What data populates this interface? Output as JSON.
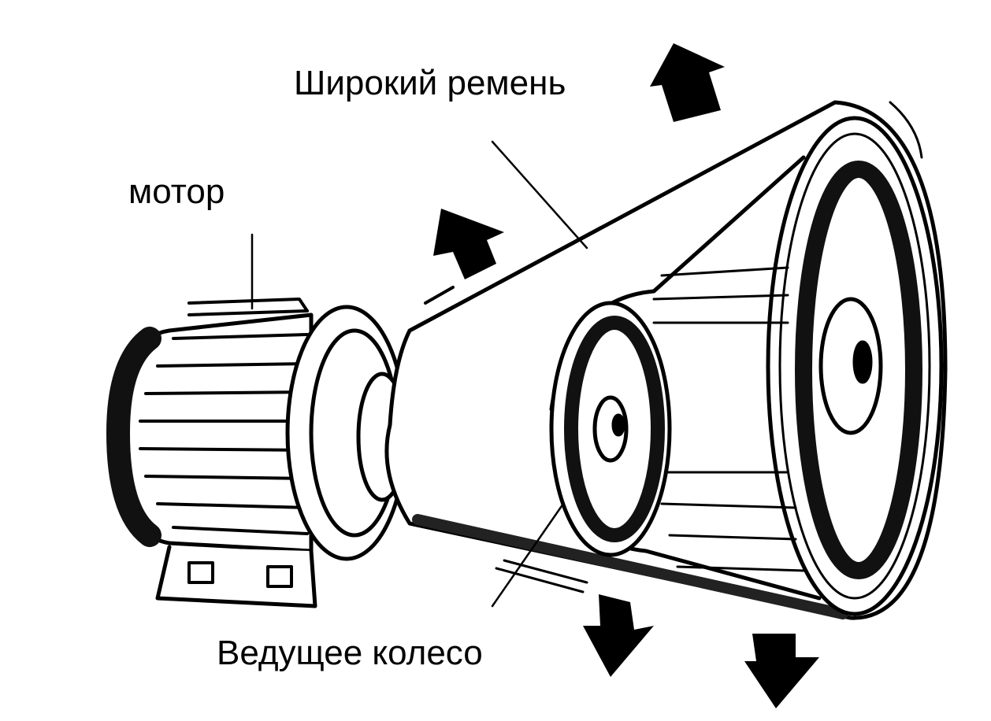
{
  "labels": {
    "belt": "Широкий ремень",
    "motor": "мотор",
    "drive_wheel": "Ведущее колесо"
  },
  "colors": {
    "ink": "#000000",
    "background": "#ffffff"
  }
}
